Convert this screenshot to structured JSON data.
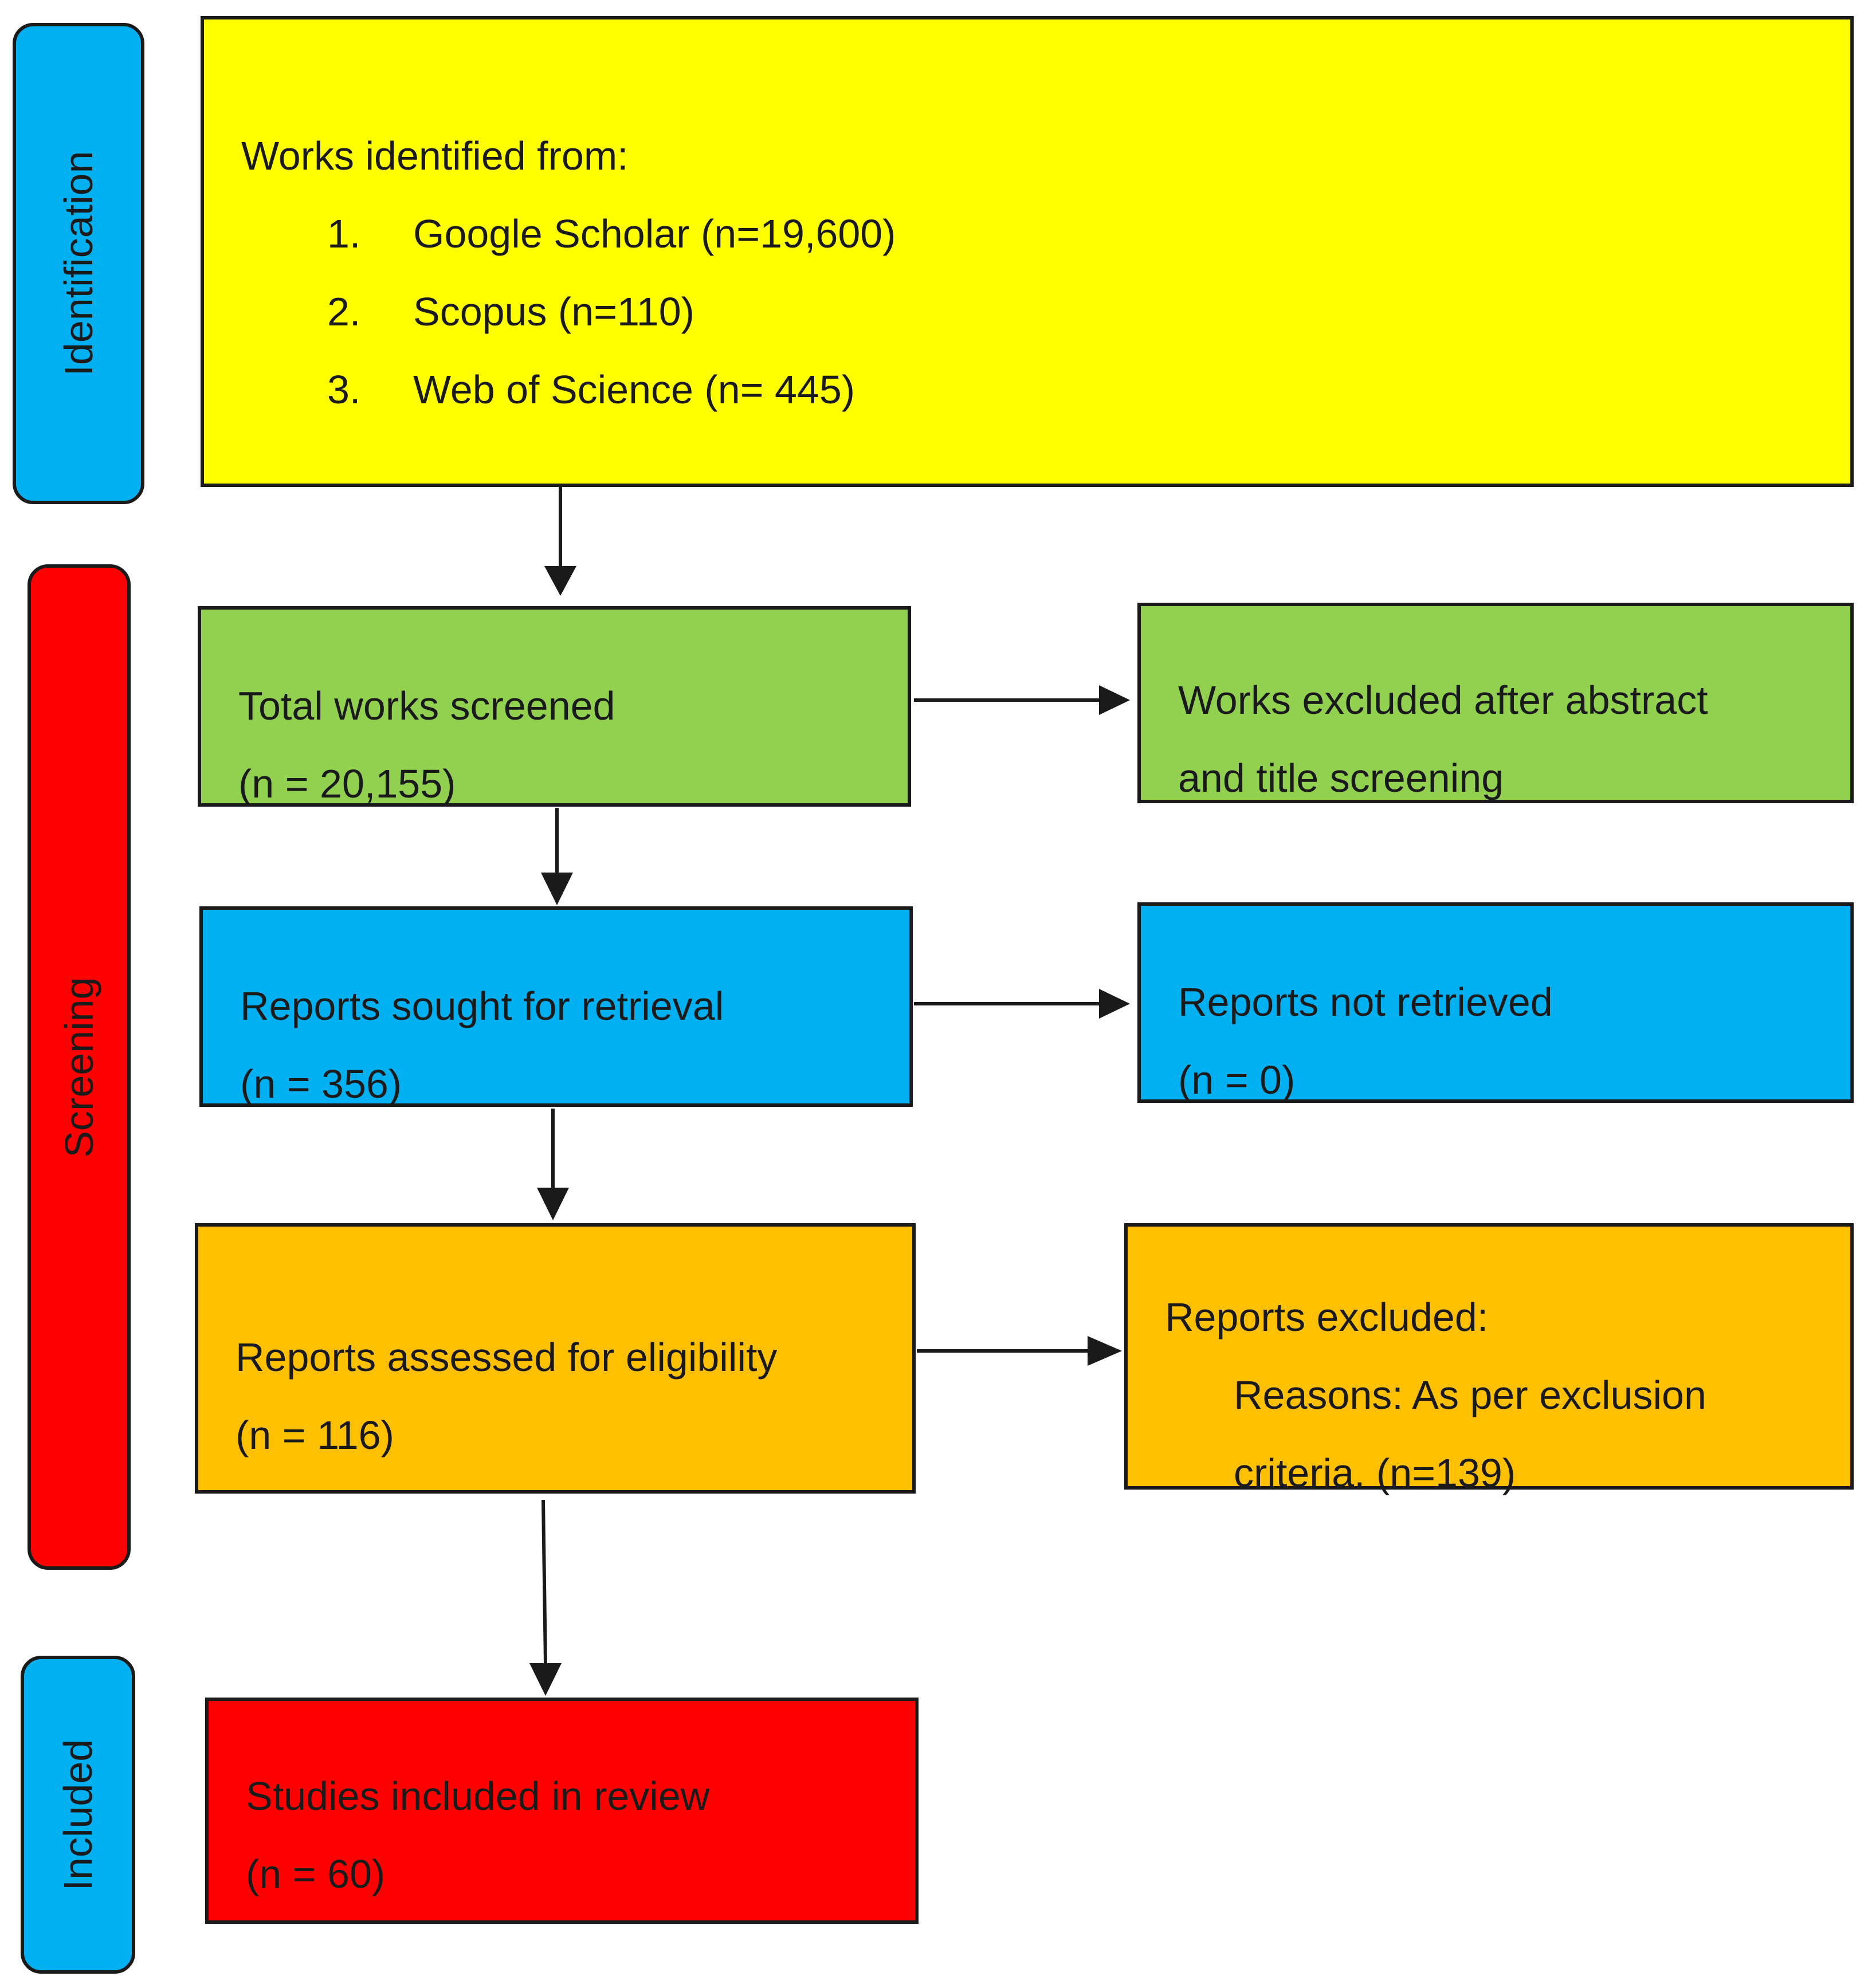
{
  "stages": {
    "identification": "Identification",
    "screening": "Screening",
    "included": "Included"
  },
  "identified": {
    "heading": "Works identified from:",
    "sources": [
      {
        "num": "1.",
        "label": "Google Scholar (n=19,600)"
      },
      {
        "num": "2.",
        "label": "Scopus (n=110)"
      },
      {
        "num": "3.",
        "label": "Web of Science (n= 445)"
      }
    ]
  },
  "screened": {
    "title": "Total works screened",
    "count": "(n = 20,155)"
  },
  "excluded_abstract": {
    "line1": "Works excluded after abstract",
    "line2": "and title screening"
  },
  "sought": {
    "title": "Reports sought for retrieval",
    "count": "(n = 356)"
  },
  "not_retrieved": {
    "title": "Reports not retrieved",
    "count": "(n = 0)"
  },
  "assessed": {
    "title": "Reports assessed for eligibility",
    "count": "(n = 116)"
  },
  "reports_excluded": {
    "title": "Reports excluded:",
    "line1": "Reasons: As per exclusion",
    "line2": "criteria. (n=139)"
  },
  "included_studies": {
    "title": "Studies included in review",
    "count": "(n = 60)"
  },
  "colors": {
    "yellow": "#ffff00",
    "green": "#92d050",
    "blue": "#00b0f0",
    "orange": "#ffc000",
    "red": "#ff0000",
    "outline": "#1a1a1a"
  }
}
